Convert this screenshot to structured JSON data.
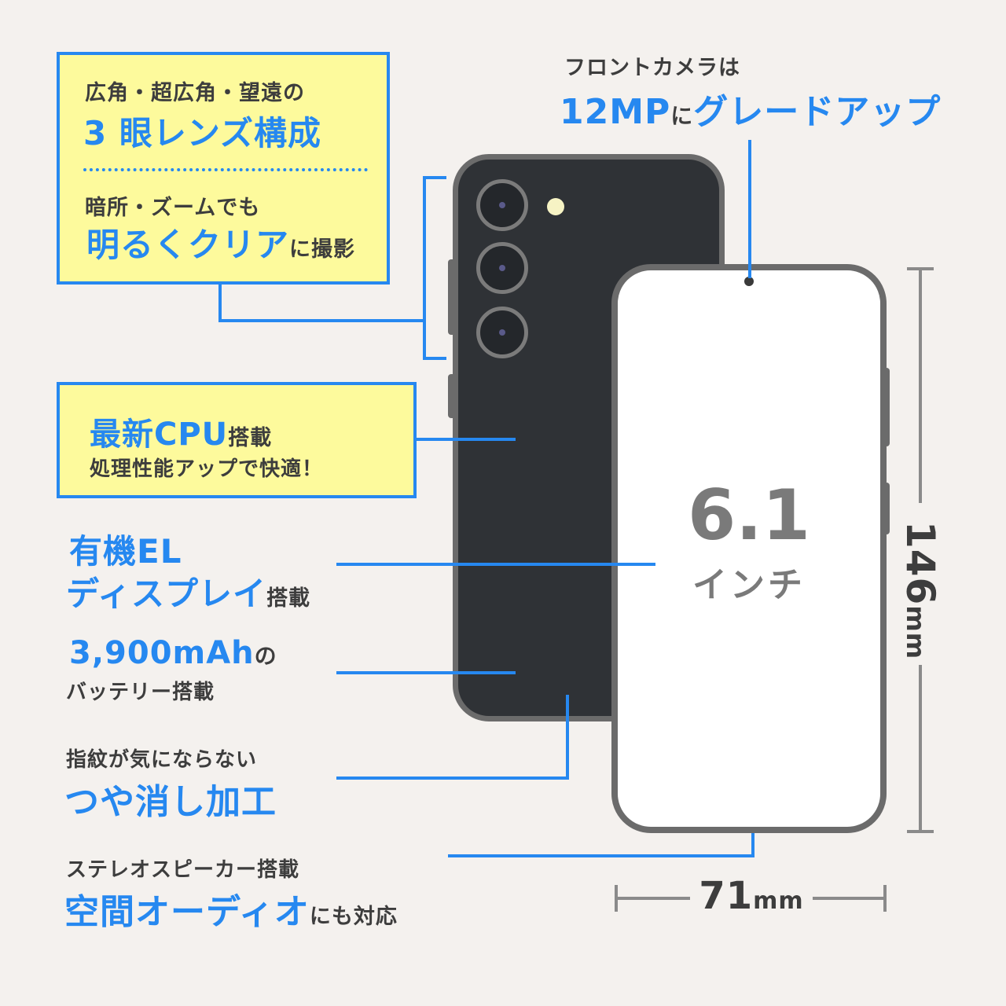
{
  "camera_box": {
    "line1": "広角・超広角・望遠の",
    "line2": "3 眼レンズ構成",
    "line3": "暗所・ズームでも",
    "line4_blue": "明るくクリア",
    "line4_rest": "に撮影"
  },
  "cpu_box": {
    "line1_blue": "最新CPU",
    "line1_rest": "搭載",
    "line2": "処理性能アップで快適！"
  },
  "front_camera": {
    "line1": "フロントカメラは",
    "line2_blue_a": "12MP",
    "line2_mid": "に",
    "line2_blue_b": "グレードアップ"
  },
  "display": {
    "line1": "有機EL",
    "line2_blue": "ディスプレイ",
    "line2_rest": "搭載"
  },
  "battery": {
    "line1_blue": "3,900mAh",
    "line1_rest": "の",
    "line2": "バッテリー搭載"
  },
  "finish": {
    "line1": "指紋が気にならない",
    "line2": "つや消し加工"
  },
  "speaker": {
    "line1": "ステレオスピーカー搭載",
    "line2_blue": "空間オーディオ",
    "line2_rest": "にも対応"
  },
  "screen": {
    "size": "6.1",
    "unit": "インチ"
  },
  "dimensions": {
    "height_value": "146",
    "height_unit": "mm",
    "width_value": "71",
    "width_unit": "mm"
  },
  "colors": {
    "accent": "#2688f0",
    "box_fill": "#fdfa9c",
    "phone_back": "#2f3236",
    "phone_frame": "#6b6b6b",
    "background": "#f4f1ee"
  }
}
